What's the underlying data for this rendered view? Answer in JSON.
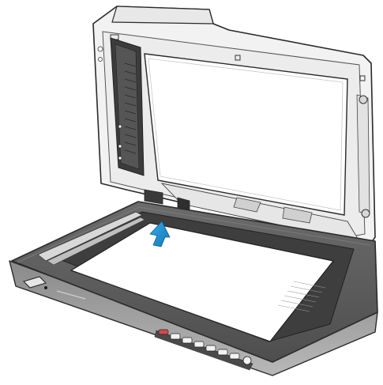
{
  "illustration": {
    "subject": "flatbed-scanner-with-adf-lid",
    "lid_state": "open",
    "document_on_glass": true,
    "placement_arrow": "up-arrow-icon",
    "arrow_color": "#1a8fd4",
    "body_color": "#5a5a5a",
    "lid_color": "#f4f4f4",
    "button_count": 7
  }
}
